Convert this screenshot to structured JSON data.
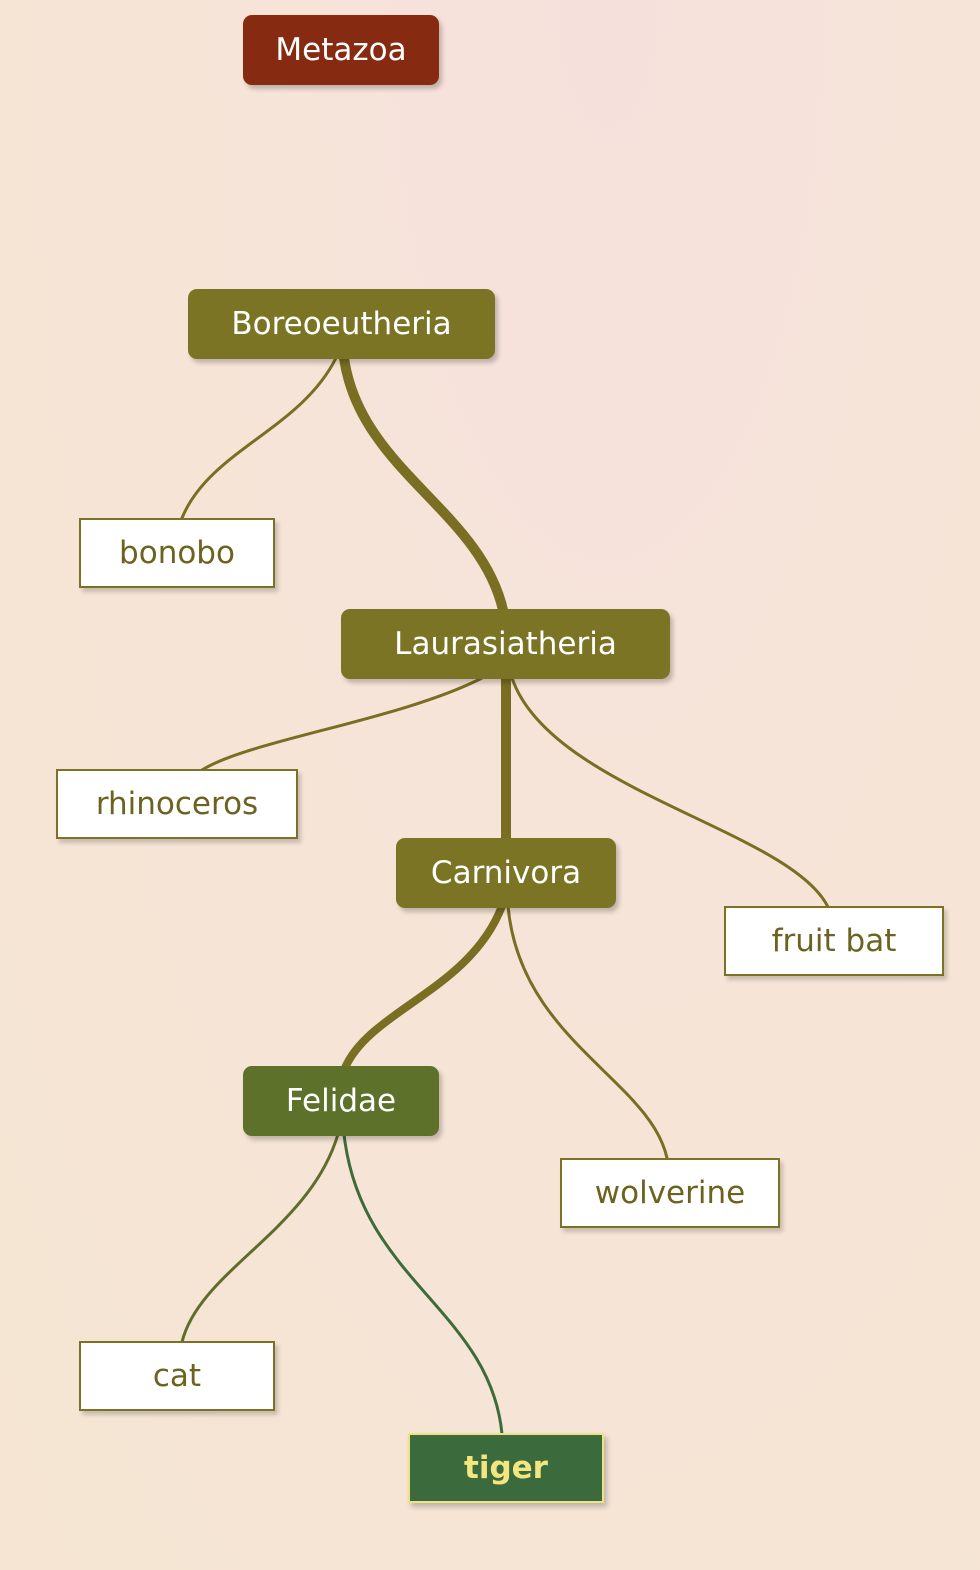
{
  "colors": {
    "root_node": "#862b12",
    "clade_node": "#7c7425",
    "felidae_node": "#5d712b",
    "target_node": "#3b6b3d",
    "edge": "#7a6e22",
    "edge_felidae": "#5e6e2a",
    "edge_target": "#3d6b3a"
  },
  "nodes": {
    "metazoa": "Metazoa",
    "boreoeutheria": "Boreoeutheria",
    "bonobo": "bonobo",
    "laurasiatheria": "Laurasiatheria",
    "rhinoceros": "rhinoceros",
    "carnivora": "Carnivora",
    "fruit_bat": "fruit bat",
    "felidae": "Felidae",
    "wolverine": "wolverine",
    "cat": "cat",
    "tiger": "tiger"
  }
}
